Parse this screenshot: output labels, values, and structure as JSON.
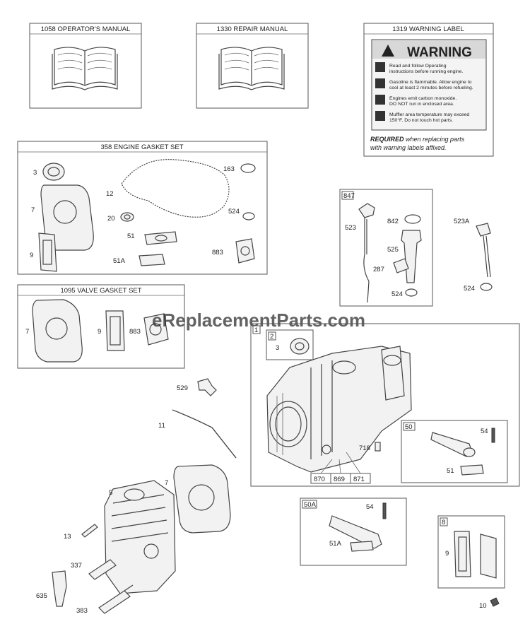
{
  "boxes": {
    "operators_manual": "1058 OPERATOR'S MANUAL",
    "repair_manual": "1330 REPAIR MANUAL",
    "warning_label": "1319 WARNING LABEL",
    "engine_gasket_set": "358 ENGINE GASKET SET",
    "valve_gasket_set": "1095 VALVE GASKET SET"
  },
  "warning": {
    "heading": "WARNING",
    "line1": "Read and follow Operating",
    "line2": "instructions before running engine.",
    "line3": "Gasoline is flammable. Allow engine to",
    "line4": "cool at least 2 minutes before refueling.",
    "line5": "Engines emit carbon monoxide.",
    "line6": "DO NOT run in enclosed area.",
    "line7": "Muffler area temperature may exceed",
    "line8": "150°F.  Do not touch hot parts.",
    "required_bold": "REQUIRED",
    "required_rest": " when replacing parts",
    "required_line2": "with warning labels affixed."
  },
  "watermark": "eReplacementParts.com",
  "callouts": {
    "gs_3": "3",
    "gs_7": "7",
    "gs_9": "9",
    "gs_12": "12",
    "gs_20": "20",
    "gs_51": "51",
    "gs_51a": "51A",
    "gs_163": "163",
    "gs_524": "524",
    "gs_883": "883",
    "vg_7": "7",
    "vg_9": "9",
    "vg_883": "883",
    "dip_847": "847",
    "dip_523": "523",
    "dip_842": "842",
    "dip_525": "525",
    "dip_287": "287",
    "dip_524": "524",
    "p_523a": "523A",
    "p_524b": "524",
    "p_529": "529",
    "p_11": "11",
    "p_5": "5",
    "p_7": "7",
    "p_13": "13",
    "p_337": "337",
    "p_635": "635",
    "p_383": "383",
    "p_10": "10",
    "cyl_1": "1",
    "cyl_2": "2",
    "cyl_3": "3",
    "cyl_718": "718",
    "cyl_870": "870",
    "cyl_869": "869",
    "cyl_871": "871",
    "b50": "50",
    "b50_54": "54",
    "b50_51": "51",
    "b50a": "50A",
    "b50a_54": "54",
    "b50a_51a": "51A",
    "b8": "8",
    "b8_9": "9"
  }
}
